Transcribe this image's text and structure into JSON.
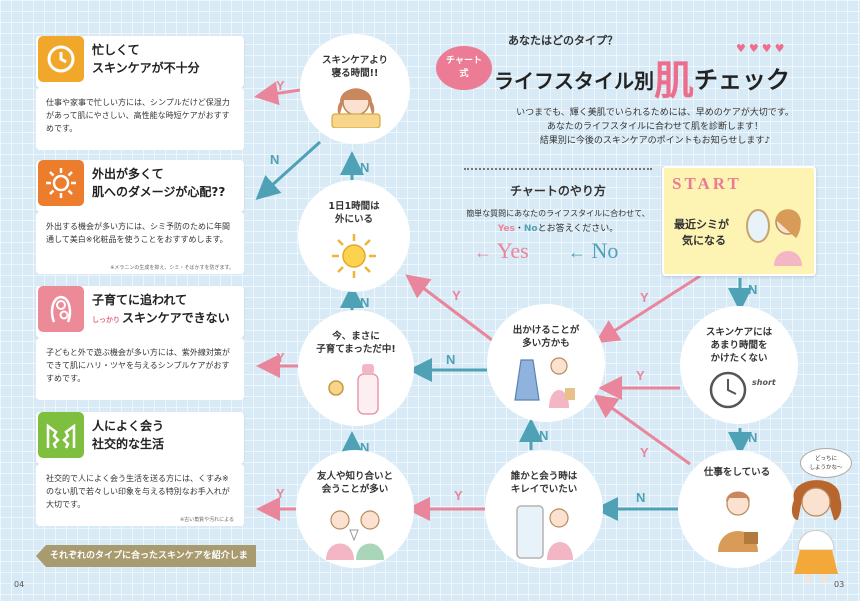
{
  "header": {
    "question": "あなたはどのタイプ？",
    "badge_line1": "チャート",
    "badge_line2": "式",
    "title_main": "ライフスタイル別",
    "title_kanji": "肌",
    "title_tail": "チェック",
    "intro": [
      "いつまでも、輝く美肌でいられるためには、早めのケアが大切です。",
      "あなたのライフスタイルに合わせて肌を診断します！",
      "結果別に今後のスキンケアのポイントもお知らせします♪"
    ]
  },
  "how_to": {
    "title": "チャートのやり方",
    "line1": "簡単な質問にあなたのライフスタイルに合わせて、",
    "yes": "Yes",
    "dot": "・",
    "no": "No",
    "line2_tail": "とお答えください。",
    "legend_yes": "Yes",
    "legend_no": "No"
  },
  "start": {
    "label": "START",
    "line1": "最近シミが",
    "line2": "気になる"
  },
  "nodes": {
    "sleep": "スキンケアより\n寝る時間!!",
    "outside": "1日1時間は\n外にいる",
    "parenting": "今、まさに\n子育てまっただ中!",
    "outing": "出かけることが\n多い方かも",
    "time": "スキンケアには\nあまり時間を\nかけたくない",
    "friends": "友人や知り合いと\n会うことが多い",
    "pretty": "誰かと会う時は\nキレイでいたい",
    "work": "仕事をしている"
  },
  "short_label": "short",
  "bubble": "どっちに\nしようかな～",
  "types": [
    {
      "line1": "忙しくて",
      "line2": "スキンケアが不十分",
      "small": "",
      "body": "仕事や家事で忙しい方には、シンプルだけど保湿力があって肌にやさしい、高性能な時短ケアがおすすめです。",
      "note": "",
      "color": "#f0a72a",
      "icon": "clock-icon"
    },
    {
      "line1": "外出が多くて",
      "line2": "肌へのダメージが心配??",
      "small": "",
      "body": "外出する機会が多い方には、シミ予防のために年間通して美白※化粧品を使うことをおすすめします。",
      "note": "※メラニンの生成を抑え、シミ・そばかすを防ぎます。",
      "color": "#ec7d2d",
      "icon": "sun-icon"
    },
    {
      "line1": "子育てに追われて",
      "line2": "スキンケアできない",
      "small": "しっかり",
      "body": "子どもと外で遊ぶ機会が多い方には、紫外線対策ができて肌にハリ・ツヤを与えるシンプルケアがおすすめです。",
      "note": "",
      "color": "#ec8a97",
      "icon": "mother-child-icon"
    },
    {
      "line1": "人によく会う",
      "line2": "社交的な生活",
      "small": "",
      "body": "社交的で人によく会う生活を送る方には、くすみ※のない肌で若々しい印象を与える特別なお手入れが大切です。",
      "note": "※古い角質や汚れによる",
      "color": "#7fbf3f",
      "icon": "faces-icon"
    }
  ],
  "footer": {
    "banner": "それぞれのタイプに合ったスキンケアを紹介します!",
    "page_left": "04",
    "page_right": "03"
  },
  "labels": {
    "y": "Y",
    "n": "N"
  },
  "colors": {
    "yes": "#e9869b",
    "no": "#4fa1b6",
    "background": "#d7eaf5",
    "start_box": "#fdf3b2"
  }
}
